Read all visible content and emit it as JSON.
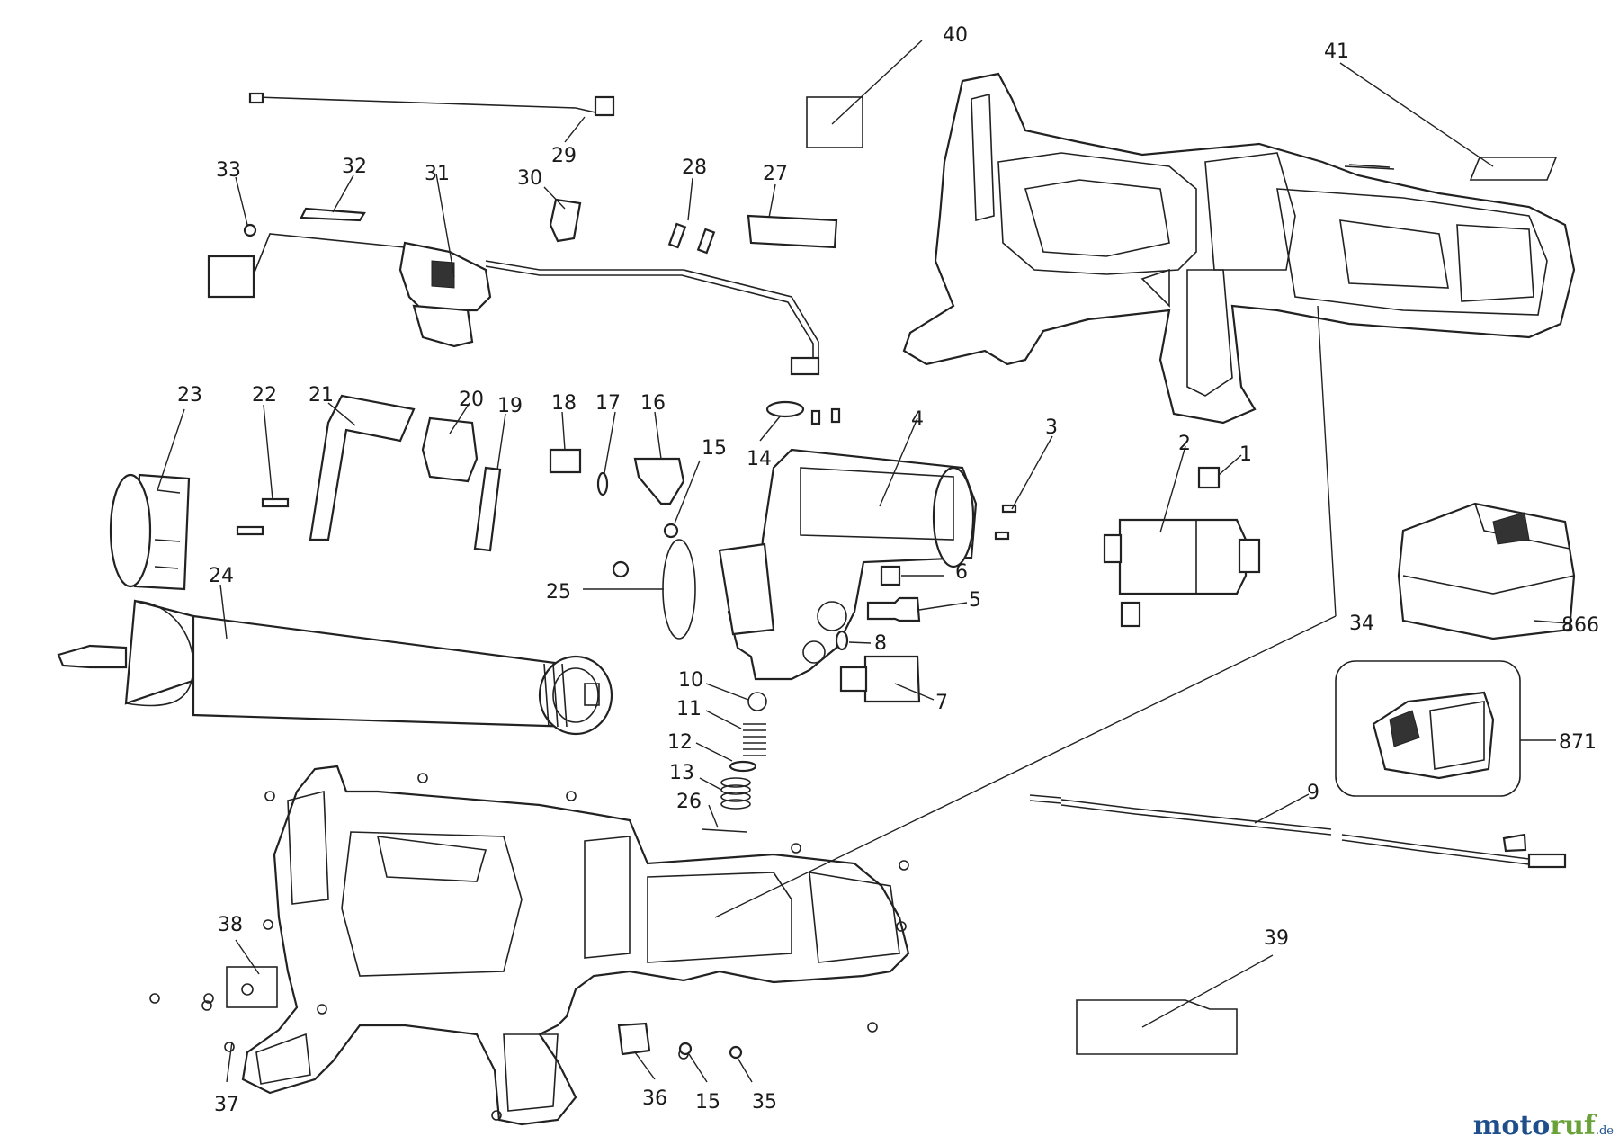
{
  "diagram": {
    "labels": [
      "1",
      "2",
      "3",
      "4",
      "5",
      "6",
      "7",
      "8",
      "9",
      "10",
      "11",
      "12",
      "13",
      "14",
      "15",
      "16",
      "17",
      "18",
      "19",
      "20",
      "21",
      "22",
      "23",
      "24",
      "25",
      "26",
      "27",
      "28",
      "29",
      "30",
      "31",
      "32",
      "33",
      "34",
      "35",
      "36",
      "37",
      "38",
      "39",
      "40",
      "41",
      "866",
      "871"
    ],
    "label_15_second": "15"
  },
  "watermark": {
    "part1": "moto",
    "part2": "ruf",
    "suffix": ".de"
  }
}
